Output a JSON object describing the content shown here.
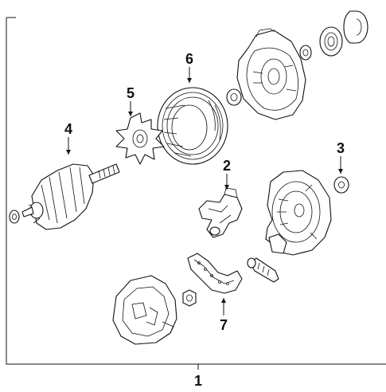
{
  "callouts": {
    "main": "1",
    "p2": "2",
    "p3": "3",
    "p4": "4",
    "p5": "5",
    "p6": "6",
    "p7": "7"
  },
  "colors": {
    "ink": "#111111",
    "paper": "#ffffff"
  }
}
